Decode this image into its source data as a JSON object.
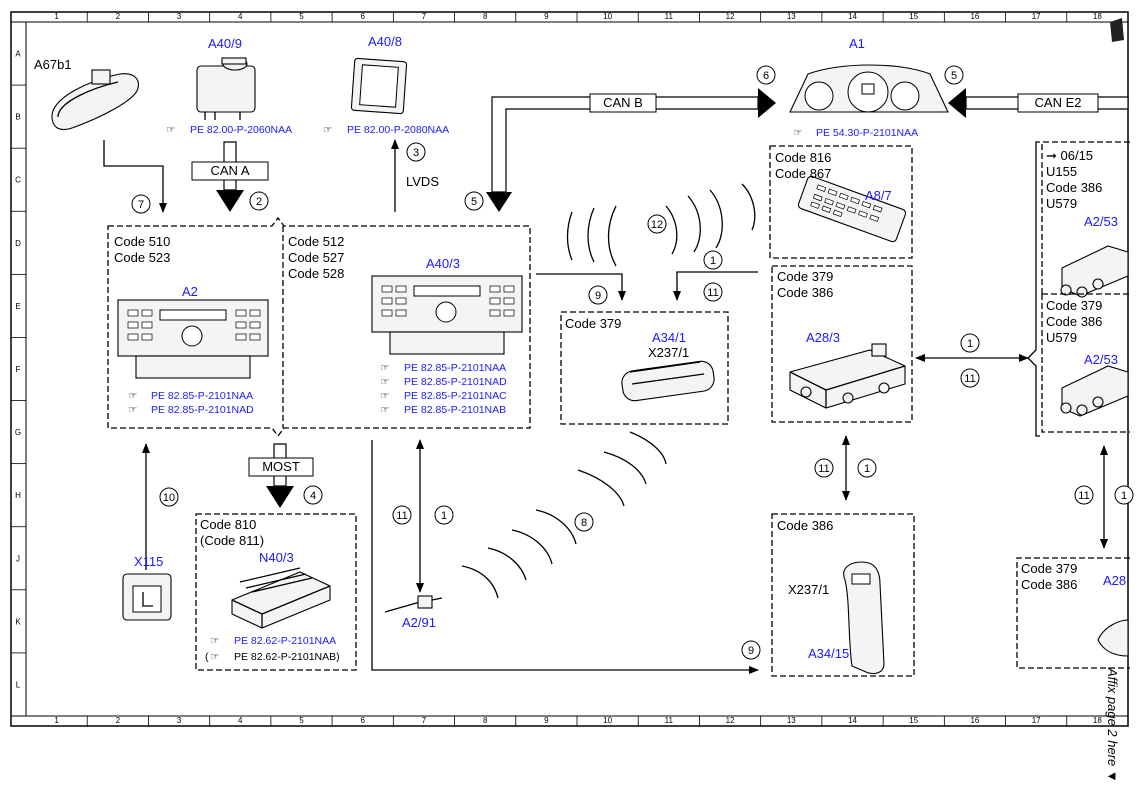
{
  "grid": {
    "cols": [
      "1",
      "2",
      "3",
      "4",
      "5",
      "6",
      "7",
      "8",
      "9",
      "10",
      "11",
      "12",
      "13",
      "14",
      "15",
      "16",
      "17",
      "18"
    ],
    "rows": [
      "A",
      "B",
      "C",
      "D",
      "E",
      "F",
      "G",
      "H",
      "J",
      "K",
      "L"
    ]
  },
  "components": {
    "a67b1": "A67b1",
    "a40_9": "A40/9",
    "a40_8": "A40/8",
    "a1": "A1",
    "a8_7": "A8/7",
    "a2_53_top": "A2/53",
    "a2_53_bottom": "A2/53",
    "a2": "A2",
    "a40_3": "A40/3",
    "a34_1": "A34/1",
    "x237_1_top": "X237/1",
    "a28_3": "A28/3",
    "n40_3": "N40/3",
    "x115": "X115",
    "a2_91": "A2/91",
    "x237_1_bottom": "X237/1",
    "a34_15": "A34/15",
    "a28_right": "A28"
  },
  "refs": {
    "a40_9": "PE 82.00-P-2060NAA",
    "a40_8": "PE 82.00-P-2080NAA",
    "a1": "PE 54.30-P-2101NAA",
    "a2_1": "PE 82.85-P-2101NAA",
    "a2_2": "PE 82.85-P-2101NAD",
    "a40_3_1": "PE 82.85-P-2101NAA",
    "a40_3_2": "PE 82.85-P-2101NAD",
    "a40_3_3": "PE 82.85-P-2101NAC",
    "a40_3_4": "PE 82.85-P-2101NAB",
    "n40_3_1": "PE 82.62-P-2101NAA",
    "n40_3_2": "PE 82.62-P-2101NAB)",
    "n40_3_2_prefix": "("
  },
  "codes": {
    "box_a2": [
      "Code 510",
      "Code 523"
    ],
    "box_a40_3": [
      "Code 512",
      "Code 527",
      "Code 528"
    ],
    "box_a8_7": [
      "Code 816",
      "Code 867"
    ],
    "box_a28_3": [
      "Code 379",
      "Code 386"
    ],
    "box_a34_1": [
      "Code 379"
    ],
    "box_n40_3": [
      "Code 810",
      "(Code 811)"
    ],
    "box_a34_15": [
      "Code 386"
    ],
    "box_right_top": [
      "➞ 06/15",
      "U155",
      "Code 386",
      "U579"
    ],
    "box_right_mid": [
      "Code 379",
      "Code 386",
      "U579"
    ],
    "box_right_bottom": [
      "Code 379",
      "Code 386"
    ]
  },
  "buses": {
    "can_b": "CAN B",
    "can_e2": "CAN E2",
    "can_a": "CAN A",
    "most": "MOST",
    "lvds": "LVDS"
  },
  "markers": {
    "m1": "1",
    "m2": "2",
    "m3": "3",
    "m4": "4",
    "m5": "5",
    "m6": "6",
    "m7": "7",
    "m8": "8",
    "m9": "9",
    "m10": "10",
    "m11": "11",
    "m12": "12"
  },
  "side_note": "Affix page 2 here ▼"
}
